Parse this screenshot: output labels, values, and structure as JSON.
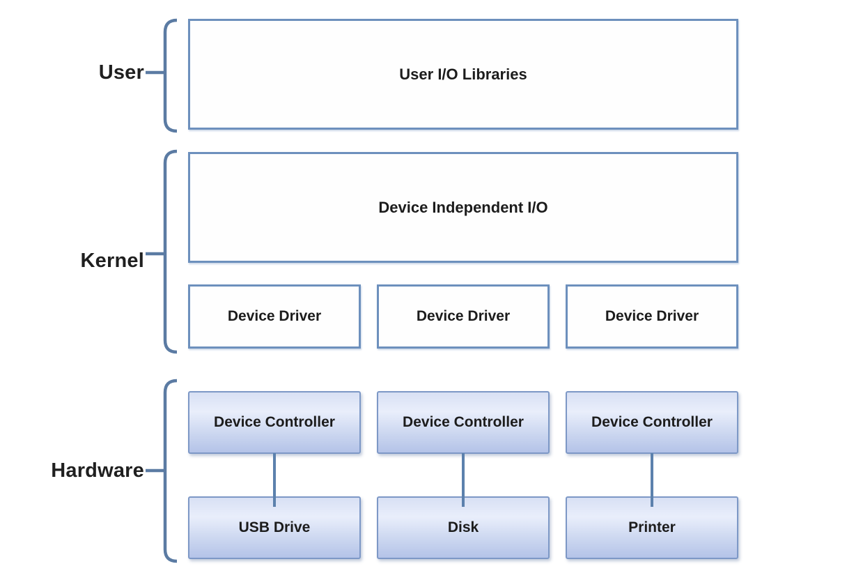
{
  "layers": {
    "user": {
      "label": "User"
    },
    "kernel": {
      "label": "Kernel"
    },
    "hardware": {
      "label": "Hardware"
    }
  },
  "boxes": {
    "user_io_libraries": "User I/O Libraries",
    "device_independent_io": "Device Independent I/O",
    "device_drivers": [
      "Device Driver",
      "Device Driver",
      "Device Driver"
    ],
    "device_controllers": [
      "Device Controller",
      "Device Controller",
      "Device Controller"
    ],
    "devices": [
      "USB Drive",
      "Disk",
      "Printer"
    ]
  },
  "colors": {
    "box_border": "#6d90bd",
    "gradient_border": "#7d98c6",
    "gradient_top": "#d8e0f4",
    "gradient_mid": "#e9eefb",
    "gradient_bottom": "#b4c3e8",
    "brace": "#5b7ba3",
    "connector": "#5c81ad",
    "label_text": "#1f1f1f",
    "box_text": "#1c1c1c",
    "background": "#ffffff"
  }
}
